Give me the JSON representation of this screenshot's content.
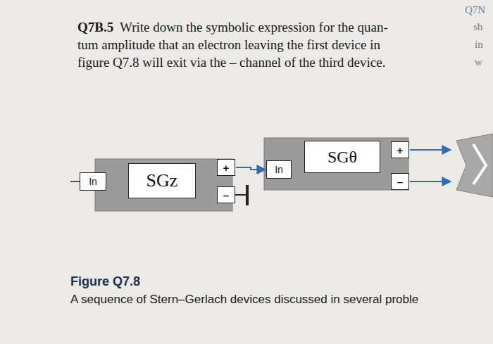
{
  "diagram": {
    "caption": "Figure Q7.8",
    "nodes": [
      {
        "text": [
          "In"
        ]
      },
      {
        "text": [
          "SGz"
        ]
      },
      {
        "text": [
          "+"
        ]
      },
      {
        "text": [
          "–"
        ]
      },
      {
        "text": [
          "In"
        ]
      },
      {
        "text": [
          "SGθ"
        ]
      },
      {
        "text": [
          "+"
        ]
      },
      {
        "text": [
          "–"
        ]
      }
    ],
    "edges": [
      {
        "from": 2,
        "to": 4,
        "arrow": "to"
      }
    ],
    "labels": [
      "Q7B.5",
      "Write down the symbolic expression for the quan-",
      "tum amplitude that an electron leaving the first device in",
      "figure Q7.8 will exit via the – channel of the third device.",
      "A sequence of Stern–Gerlach devices discussed in several proble",
      "Q7N",
      "sh",
      "in",
      "w"
    ]
  }
}
